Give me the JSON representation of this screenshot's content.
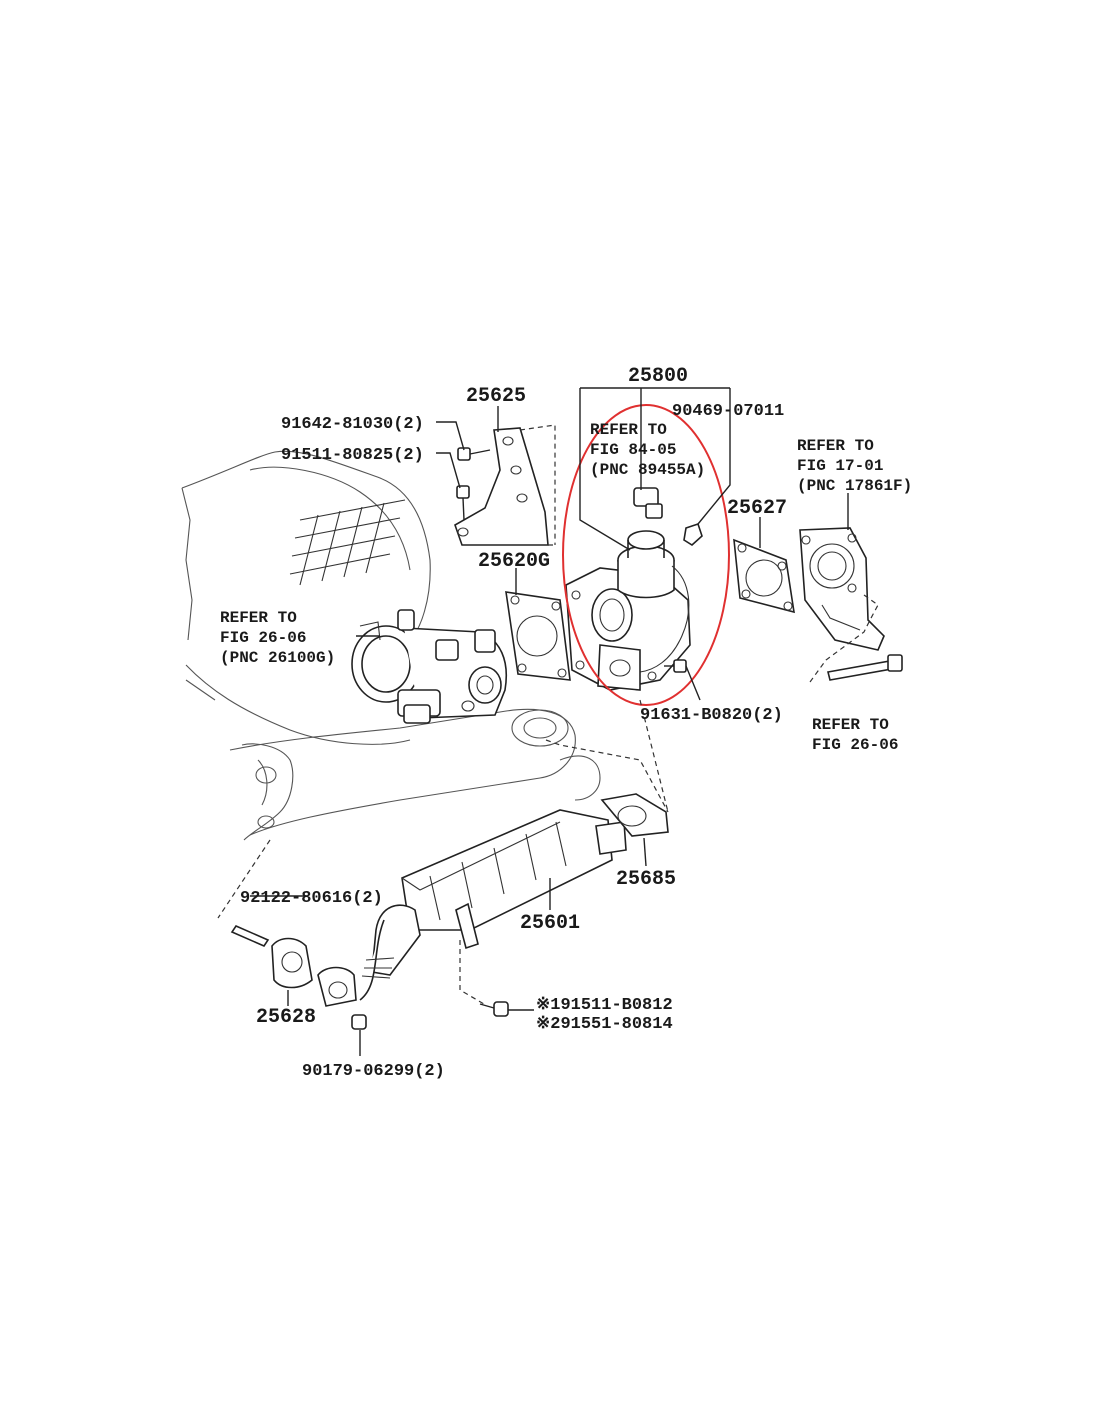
{
  "colors": {
    "highlight": "#e03030",
    "ink": "#1a1a1a",
    "background": "#ffffff"
  },
  "labels": {
    "p25800": "25800",
    "p25625": "25625",
    "p91642": "91642-81030(2)",
    "p91511": "91511-80825(2)",
    "ref8405_l1": "REFER TO",
    "ref8405_l2": "FIG 84-05",
    "ref8405_l3": "(PNC 89455A)",
    "p90469": "90469-07011",
    "ref1701_l1": "REFER TO",
    "ref1701_l2": "FIG 17-01",
    "ref1701_l3": "(PNC 17861F)",
    "p25627": "25627",
    "p25620G": "25620G",
    "ref2606a_l1": "REFER TO",
    "ref2606a_l2": "FIG 26-06",
    "ref2606a_l3": "(PNC 26100G)",
    "p91631": "91631-B0820(2)",
    "ref2606b_l1": "REFER TO",
    "ref2606b_l2": "FIG 26-06",
    "p25685": "25685",
    "p92122": "92122-80616(2)",
    "p25601": "25601",
    "p25628": "25628",
    "p191511": "※191511-B0812",
    "p291551": "※291551-80814",
    "p90179": "90179-06299(2)"
  },
  "icons": [
    "egr-valve-icon",
    "throttle-body-icon",
    "egr-cooler-icon",
    "bracket-icon",
    "gasket-icon",
    "bolt-icon",
    "intake-manifold-icon",
    "outlet-pipe-icon",
    "highlight-ellipse"
  ]
}
